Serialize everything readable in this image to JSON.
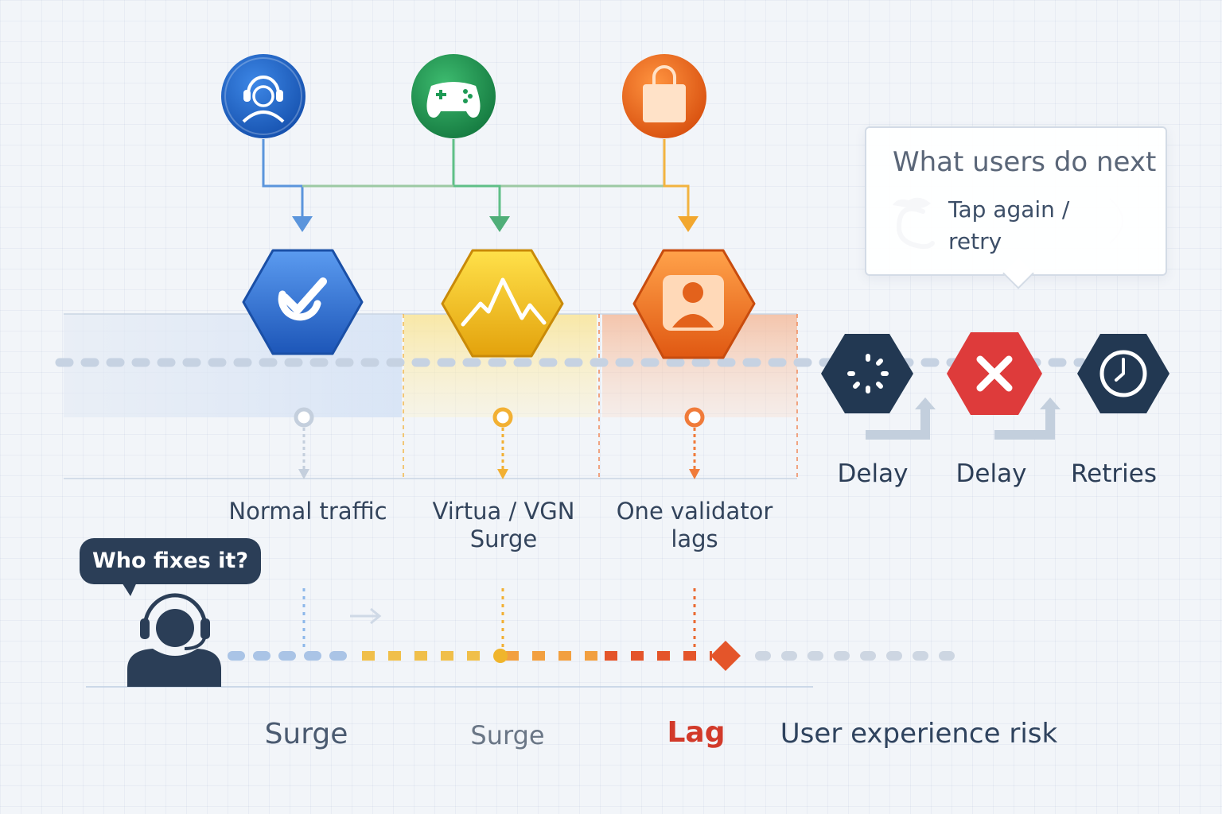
{
  "colors": {
    "blue": "#1f63c2",
    "green": "#1e9a55",
    "orange": "#ec6a18",
    "yellow": "#f3c41a",
    "navy": "#223852",
    "red": "#de3b3b",
    "lag_red": "#d23a2a"
  },
  "sources": [
    {
      "icon": "headset-agent-icon",
      "color": "#1f63c2"
    },
    {
      "icon": "gamepad-icon",
      "color": "#1e9a55"
    },
    {
      "icon": "shopping-bag-icon",
      "color": "#ec6a18"
    }
  ],
  "stages": [
    {
      "label": "Normal traffic",
      "icon": "checkmark-icon",
      "color": "#2f6fcf"
    },
    {
      "label": "Virtua / VGN Surge",
      "icon": "spike-chart-icon",
      "color": "#f0b514"
    },
    {
      "label": "One validator lags",
      "icon": "validator-person-icon",
      "color": "#ec6a18"
    }
  ],
  "user_steps": [
    {
      "label": "Delay",
      "icon": "loading-spinner-icon",
      "color": "#223852"
    },
    {
      "label": "Delay",
      "icon": "error-x-icon",
      "color": "#de3b3b"
    },
    {
      "label": "Retries",
      "icon": "clock-icon",
      "color": "#223852"
    }
  ],
  "callout": {
    "title": "What users do next",
    "action": "Tap again / retry",
    "icon": "retry-hand-icon"
  },
  "support": {
    "question": "Who fixes it?",
    "icon": "support-agent-icon"
  },
  "bottom_labels": [
    {
      "text": "Surge",
      "color": "#4a5a70"
    },
    {
      "text": "Surge",
      "color": "#6a7686"
    },
    {
      "text": "Lag",
      "color": "#d23a2a"
    },
    {
      "text": "User experience risk",
      "color": "#2f435e"
    }
  ]
}
